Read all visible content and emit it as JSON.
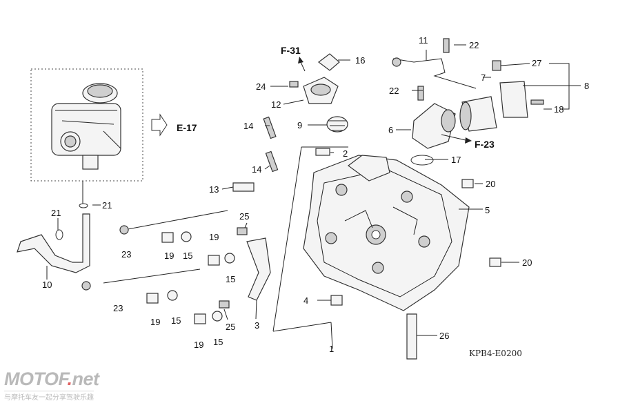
{
  "refs": {
    "e17": "E-17",
    "f31": "F-31",
    "f23": "F-23"
  },
  "diagram_code": "KPB4-E0200",
  "callouts": {
    "c1": "1",
    "c2": "2",
    "c3": "3",
    "c4": "4",
    "c5": "5",
    "c6": "6",
    "c7": "7",
    "c8": "8",
    "c9": "9",
    "c10": "10",
    "c11": "11",
    "c12": "12",
    "c13": "13",
    "c14a": "14",
    "c14b": "14",
    "c15a": "15",
    "c15b": "15",
    "c15c": "15",
    "c15d": "15",
    "c16": "16",
    "c17": "17",
    "c18": "18",
    "c19a": "19",
    "c19b": "19",
    "c19c": "19",
    "c19d": "19",
    "c20a": "20",
    "c20b": "20",
    "c21a": "21",
    "c21b": "21",
    "c22a": "22",
    "c22b": "22",
    "c23a": "23",
    "c23b": "23",
    "c24": "24",
    "c25a": "25",
    "c25b": "25",
    "c26": "26",
    "c27": "27"
  },
  "watermark": {
    "logo_main": "MOTOF",
    "logo_dot": ".",
    "logo_tld": "net",
    "tagline": "与摩托车友一起分享驾驶乐趣"
  },
  "colors": {
    "line": "#222222",
    "part_fill": "#f4f4f4",
    "watermark": "#b9b9b9",
    "watermark_dot": "#e06060"
  }
}
